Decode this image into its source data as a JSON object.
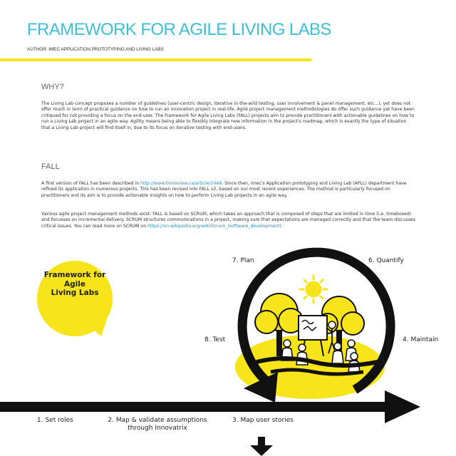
{
  "header": {
    "title": "FRAMEWORK FOR AGILE LIVING LABS",
    "author": "AUTHOR: IMEC APPLICATION PROTOTYPING AND LIVING LABS"
  },
  "why": {
    "heading": "WHY?",
    "body": "The Living Lab concept proposes a number of guidelines (user-centric design, iterative in-the-wild testing, user involvement & panel management, etc...), yet does not offer much in term of practical guidance on how to run an innovation project in real-life. Agile project management methodologies do offer such guidance yet have been critiqued for not providing a focus on the end-user.  The Framework for Agile Living Labs (FALL) projects aim to provide practitioners with actionable guidelines on how to run a Living Lab project in an agile way. Agility means being able to flexibly integrate new information in the project's roadmap, which is exactly the type of situation that a Living Lab project will find itself in, due to its focus on iterative testing with end-users."
  },
  "fall": {
    "heading": "FALL",
    "p1_before": "A first version of FALL has been described in ",
    "p1_link": "http://www.timreview.ca/article/1048",
    "p1_after": ". Since then, imec's Application prototyping and Living Lab (APLL) department have refined its application in numerous projects. This has been revised into FALL v2, based on our most recent experiences. The method is particularly focused on practitioners and its aim is to provide actionable insights on how to perform Living Lab projects in an agile way.",
    "p2_before": "Various agile project management methods exist. FALL is based on SCRUM, which takes an approach that is composed of steps that are limited in time (i.e. timeboxed) and focusses on incremental delivery. SCRUM structures communications in a project, making sure that expectations are managed correctly and that the team discusses critical issues. You can read more on SCRUM on ",
    "p2_link": "https://en.wikipedia.org/wiki/Scrum_(software_development)",
    "p2_after": "."
  },
  "badge": {
    "line1": "Framework for",
    "line2": "Agile",
    "line3": "Living Labs"
  },
  "steps": {
    "s1": "1. Set roles",
    "s2a": "2. Map & validate assumptions",
    "s2b": "through Innovatrix",
    "s3": "3. Map user stories",
    "s4": "4. Maintain",
    "s6": "6. Quantify",
    "s7": "7. Plan",
    "s8": "8. Test"
  },
  "colors": {
    "title": "#3fbfd6",
    "accent_yellow": "#f7e41a",
    "link": "#2a8ec4",
    "arrow": "#111111"
  },
  "icons": [
    "sun-icon",
    "tree-icon",
    "presenter-board-icon",
    "people-group-icon",
    "arrow-right-icon",
    "arrow-down-icon",
    "cycle-arrow-icon"
  ]
}
